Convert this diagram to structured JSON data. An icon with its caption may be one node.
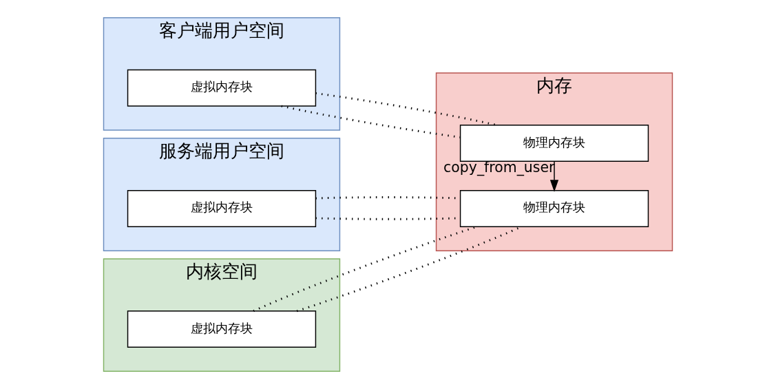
{
  "diagram": {
    "nodes": [
      {
        "text": [
          "客户端用户空间"
        ]
      },
      {
        "text": [
          "虚拟内存块"
        ],
        "in": 0
      },
      {
        "text": [
          "服务端用户空间"
        ]
      },
      {
        "text": [
          "虚拟内存块"
        ],
        "in": 2
      },
      {
        "text": [
          "内存"
        ]
      },
      {
        "text": [
          "物理内存块"
        ],
        "in": 4
      },
      {
        "text": [
          "物理内存块"
        ],
        "in": 4
      },
      {
        "text": [
          "内核空间"
        ]
      },
      {
        "text": [
          "虚拟内存块"
        ],
        "in": 7
      }
    ],
    "edges": [
      {
        "from": 1,
        "to": 6,
        "arrow": "none",
        "style": "dashed"
      },
      {
        "from": 1,
        "to": 6,
        "arrow": "none",
        "style": "dashed"
      },
      {
        "from": 3,
        "to": 5,
        "arrow": "none",
        "style": "dashed"
      },
      {
        "from": 3,
        "to": 5,
        "arrow": "none",
        "style": "dashed"
      },
      {
        "from": 8,
        "to": 5,
        "arrow": "none",
        "style": "dashed"
      },
      {
        "from": 8,
        "to": 5,
        "arrow": "none",
        "style": "dashed"
      },
      {
        "from": 6,
        "to": 5,
        "arrow": "to",
        "label": "copy_from_user"
      }
    ]
  }
}
